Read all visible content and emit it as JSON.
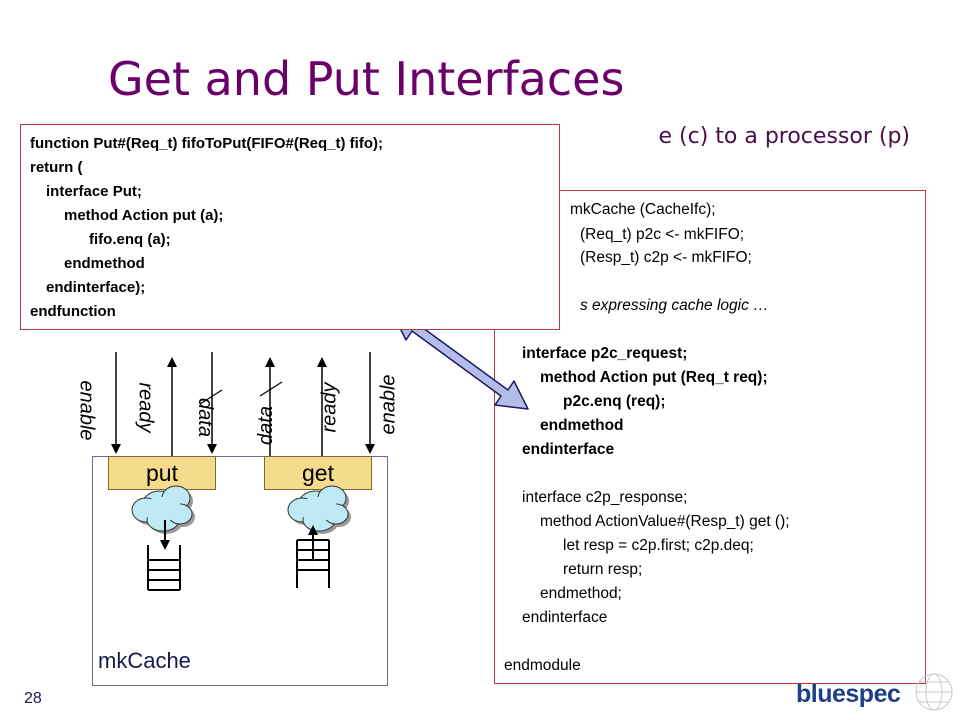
{
  "slide": {
    "title": "Get and Put Interfaces",
    "subtitle": "e (c) to a processor (p)",
    "page_number": "28",
    "logo_text": "bluespec"
  },
  "code_box": {
    "lines": [
      {
        "text": "mkCache (CacheIfc);",
        "style": "normal"
      },
      {
        "text": "(Req_t)   p2c <- mkFIFO;",
        "style": "normal"
      },
      {
        "text": "(Resp_t) c2p <- mkFIFO;",
        "style": "normal"
      },
      {
        "text": "s expressing cache logic …",
        "style": "italic"
      },
      {
        "text": "interface p2c_request;",
        "style": "bold"
      },
      {
        "text": "method Action put (Req_t  req);",
        "style": "bold"
      },
      {
        "text": "p2c.enq (req);",
        "style": "bold"
      },
      {
        "text": "endmethod",
        "style": "bold"
      },
      {
        "text": "endinterface",
        "style": "bold"
      },
      {
        "text": "interface c2p_response;",
        "style": "normal"
      },
      {
        "text": "method ActionValue#(Resp_t) get ();",
        "style": "normal"
      },
      {
        "text": "let resp = c2p.first; c2p.deq;",
        "style": "normal"
      },
      {
        "text": "return resp;",
        "style": "normal"
      },
      {
        "text": "endmethod;",
        "style": "normal"
      },
      {
        "text": "endinterface",
        "style": "normal"
      },
      {
        "text": "endmodule",
        "style": "normal"
      }
    ]
  },
  "popup": {
    "lines": [
      "function Put#(Req_t) fifoToPut(FIFO#(Req_t) fifo);",
      "return (",
      "interface Put;",
      "method Action put (a);",
      "fifo.enq (a);",
      "endmethod",
      "endinterface);",
      "endfunction"
    ]
  },
  "diagram": {
    "module_label": "mkCache",
    "put_label": "put",
    "get_label": "get",
    "put_signals": [
      "enable",
      "ready",
      "data"
    ],
    "get_signals": [
      "data",
      "ready",
      "enable"
    ],
    "colors": {
      "port_fill": "#f5db8c",
      "cloud_fill": "#bfe9f5",
      "arrow_fill": "#b4bce8",
      "title": "#6b006b"
    }
  }
}
